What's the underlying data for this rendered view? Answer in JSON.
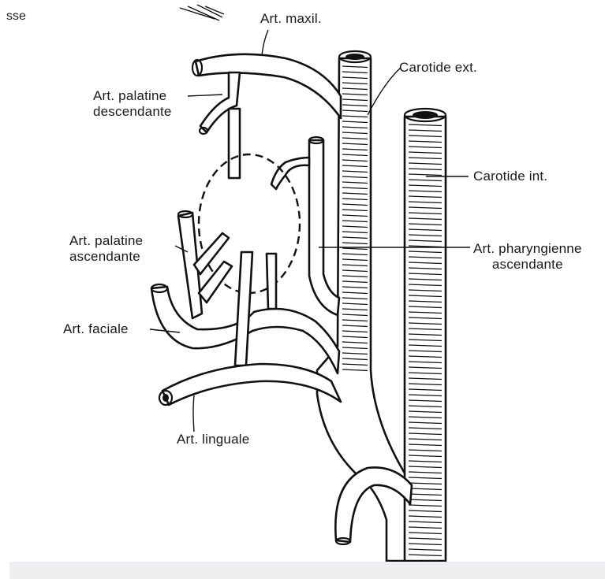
{
  "figure": {
    "crop_text": "sse",
    "labels": {
      "art_maxil": "Art. maxil.",
      "carotide_ext": "Carotide ext.",
      "carotide_int": "Carotide int.",
      "art_palatine_descendante": [
        "Art. palatine",
        "descendante"
      ],
      "art_palatine_ascendante": [
        "Art. palatine",
        "ascendante"
      ],
      "art_pharyngienne_ascendante": [
        "Art. pharyngienne",
        "ascendante"
      ],
      "art_faciale": "Art. faciale",
      "art_linguale": "Art. linguale"
    }
  }
}
